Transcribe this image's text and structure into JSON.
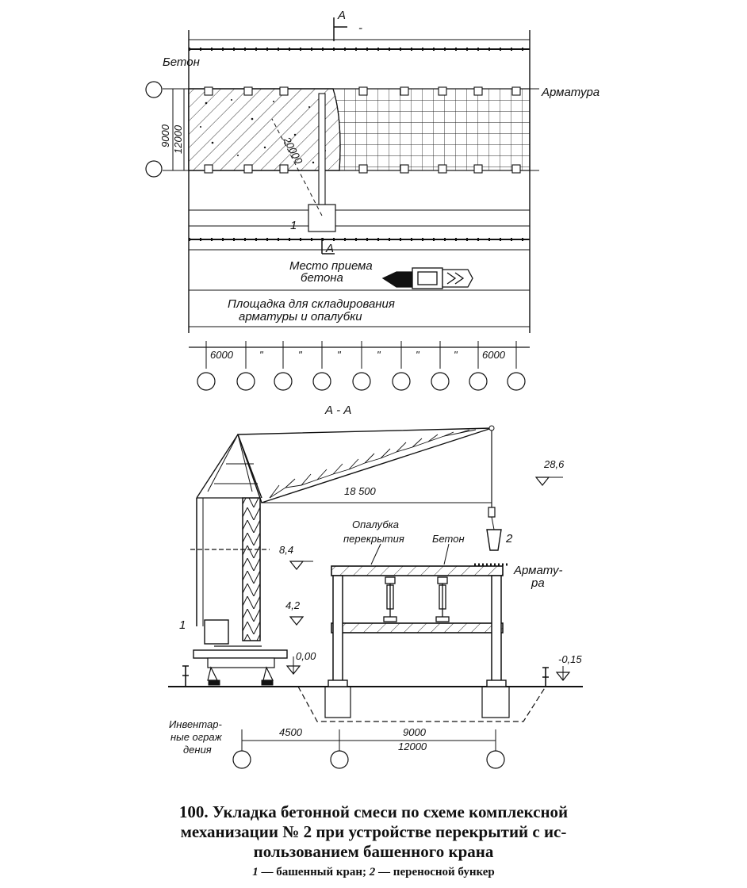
{
  "plan": {
    "section_mark": "A",
    "section_mark_dash": "-",
    "label_concrete": "Бетон",
    "label_reinforcement": "Арматура",
    "dim_9000": "9000",
    "dim_12000": "12000",
    "dim_radius": "20000",
    "crane_number": "1",
    "place_receive": [
      "Место приема",
      "бетона"
    ],
    "storage_area": [
      "Площадка для складирования",
      "арматуры и опалубки"
    ],
    "bay_first": "6000",
    "bay_last": "6000",
    "bay_ditto": "\""
  },
  "section": {
    "title": "А - А",
    "elev_top": "28,6",
    "elev_8_4": "8,4",
    "elev_4_2": "4,2",
    "elev_0": "0,00",
    "elev_minus": "-0,15",
    "dim_reach": "18 500",
    "label_formwork": [
      "Опалубка",
      "перекрытия"
    ],
    "label_concrete": "Бетон",
    "label_reinforcement": [
      "Армату-",
      "ра"
    ],
    "hopper_number": "2",
    "crane_number": "1",
    "label_fence": [
      "Инвентар-",
      "ные ограж",
      "дения"
    ],
    "dim_4500": "4500",
    "dim_9000": "9000",
    "dim_12000": "12000"
  },
  "caption": {
    "title_lines": [
      "100. Укладка бетонной смеси по схеме комплексной",
      "механизации № 2 при устройстве перекрытий с ис-",
      "пользованием башенного крана"
    ],
    "legend_1_num": "1",
    "legend_1_text": " — башенный кран; ",
    "legend_2_num": "2",
    "legend_2_text": " — переносной бункер"
  }
}
